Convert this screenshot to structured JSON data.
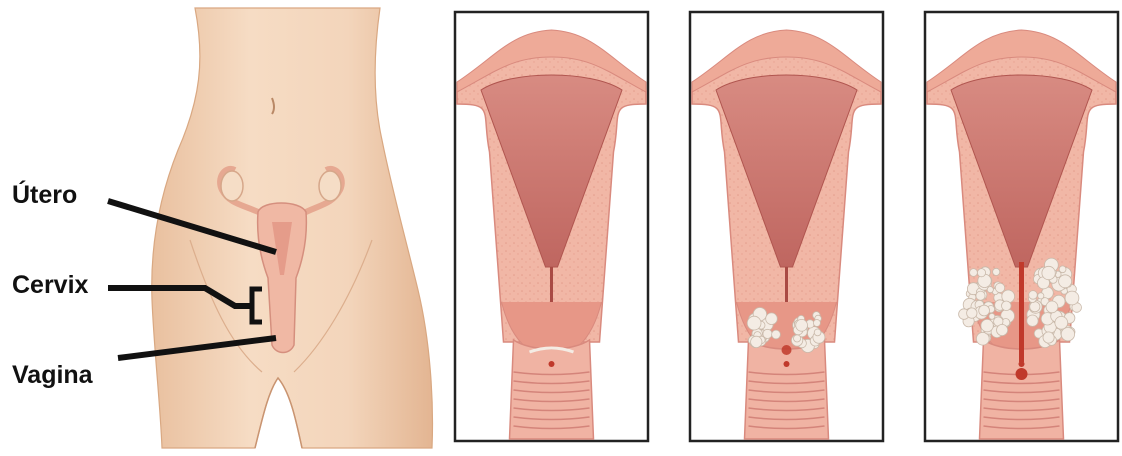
{
  "labels": {
    "uterus": "Útero",
    "cervix": "Cervix",
    "vagina": "Vagina"
  },
  "panels": [
    {
      "stage": "normal-cervix",
      "lesion": "none"
    },
    {
      "stage": "small-lesion",
      "lesion": "small"
    },
    {
      "stage": "large-lesion",
      "lesion": "large"
    }
  ],
  "colors": {
    "skin": "#f3d3b8",
    "skin_shade": "#e7b896",
    "tissue": "#f0b3a3",
    "tissue_dark": "#d98a7e",
    "cavity": "#c8706a",
    "lesion": "#f4ece4",
    "blood": "#c0392b",
    "line": "#111111",
    "frame": "#222222"
  }
}
